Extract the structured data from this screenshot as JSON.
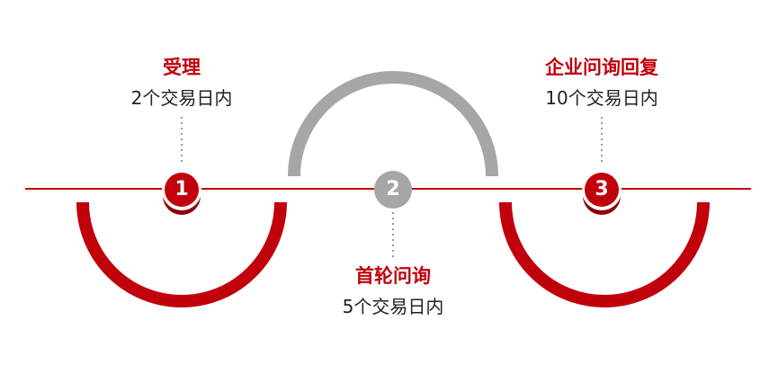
{
  "colors": {
    "accent": "#c0000b",
    "neutral": "#a6a6a6",
    "text": "#222222"
  },
  "steps": [
    {
      "number": "1",
      "title": "受理",
      "duration": "2个交易日内",
      "color": "#c0000b"
    },
    {
      "number": "2",
      "title": "首轮问询",
      "duration": "5个交易日内",
      "color": "#a6a6a6"
    },
    {
      "number": "3",
      "title": "企业问询回复",
      "duration": "10个交易日内",
      "color": "#c0000b"
    }
  ]
}
